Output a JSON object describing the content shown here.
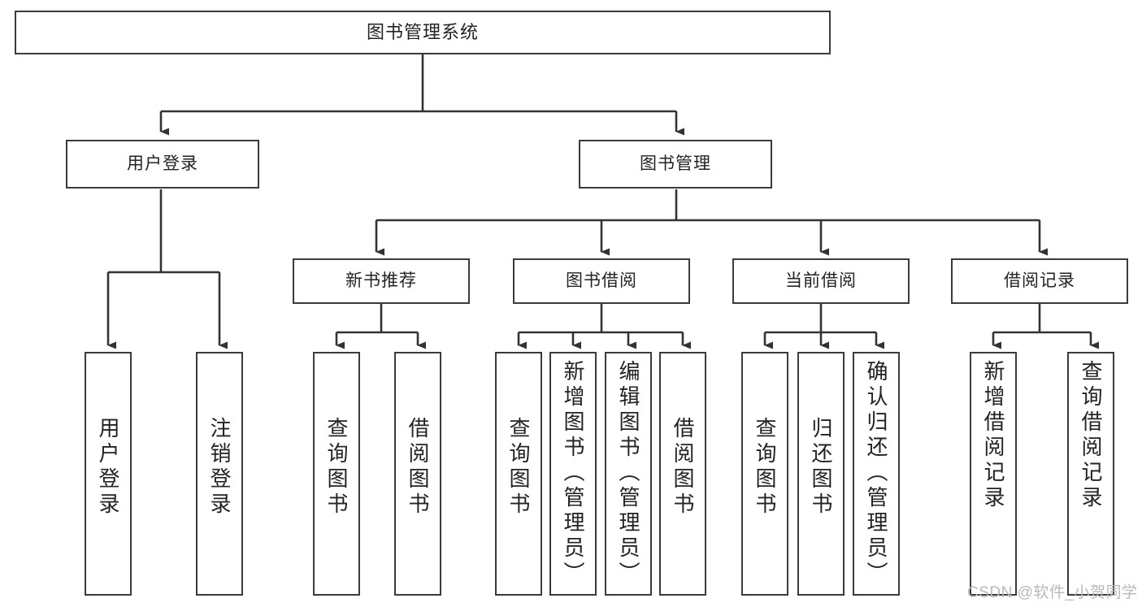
{
  "diagram": {
    "title": "图书管理系统",
    "type": "hierarchy-tree",
    "style": {
      "box_border": "#3b3b3b",
      "box_fill": "#ffffff",
      "line": "#333333",
      "text": "#232323",
      "background": "#ffffff"
    },
    "levels": [
      {
        "level": 1,
        "nodes": [
          {
            "id": "root",
            "label": "图书管理系统",
            "orientation": "horizontal"
          }
        ]
      },
      {
        "level": 2,
        "nodes": [
          {
            "id": "login",
            "label": "用户登录",
            "orientation": "horizontal",
            "parent": "root"
          },
          {
            "id": "bookmgmt",
            "label": "图书管理",
            "orientation": "horizontal",
            "parent": "root"
          }
        ]
      },
      {
        "level": 3,
        "nodes": [
          {
            "id": "newbook",
            "label": "新书推荐",
            "orientation": "horizontal",
            "parent": "bookmgmt"
          },
          {
            "id": "borrow",
            "label": "图书借阅",
            "orientation": "horizontal",
            "parent": "bookmgmt"
          },
          {
            "id": "current",
            "label": "当前借阅",
            "orientation": "horizontal",
            "parent": "bookmgmt"
          },
          {
            "id": "records",
            "label": "借阅记录",
            "orientation": "horizontal",
            "parent": "bookmgmt"
          }
        ]
      },
      {
        "level": 4,
        "nodes": [
          {
            "id": "leaf1",
            "label": "用户登录",
            "orientation": "vertical",
            "parent": "login"
          },
          {
            "id": "leaf2",
            "label": "注销登录",
            "orientation": "vertical",
            "parent": "login"
          },
          {
            "id": "leaf3",
            "label": "查询图书",
            "orientation": "vertical",
            "parent": "newbook"
          },
          {
            "id": "leaf4",
            "label": "借阅图书",
            "orientation": "vertical",
            "parent": "newbook"
          },
          {
            "id": "leaf5",
            "label": "查询图书",
            "orientation": "vertical",
            "parent": "borrow"
          },
          {
            "id": "leaf6",
            "label": "新增图书（管理员）",
            "orientation": "vertical",
            "parent": "borrow"
          },
          {
            "id": "leaf7",
            "label": "编辑图书（管理员）",
            "orientation": "vertical",
            "parent": "borrow"
          },
          {
            "id": "leaf8",
            "label": "借阅图书",
            "orientation": "vertical",
            "parent": "borrow"
          },
          {
            "id": "leaf9",
            "label": "查询图书",
            "orientation": "vertical",
            "parent": "current"
          },
          {
            "id": "leaf10",
            "label": "归还图书",
            "orientation": "vertical",
            "parent": "current"
          },
          {
            "id": "leaf11",
            "label": "确认归还（管理员）",
            "orientation": "vertical",
            "parent": "current"
          },
          {
            "id": "leaf12",
            "label": "新增借阅记录",
            "orientation": "vertical",
            "parent": "records"
          },
          {
            "id": "leaf13",
            "label": "查询借阅记录",
            "orientation": "vertical",
            "parent": "records"
          }
        ]
      }
    ]
  },
  "watermark": {
    "text": "CSDN @软件_小贺同学"
  }
}
